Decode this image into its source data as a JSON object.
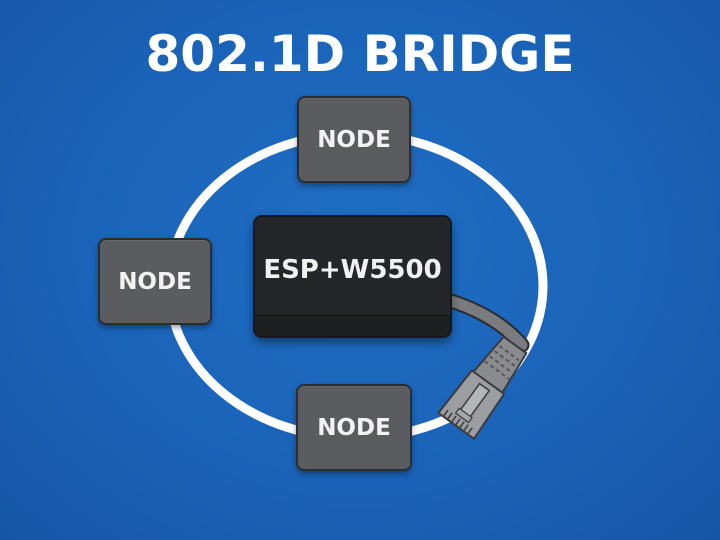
{
  "title": "802.1D BRIDGE",
  "center_device": {
    "label": "ESP+W5500",
    "icon": "network-bridge-device"
  },
  "nodes": [
    {
      "position": "top",
      "label": "NODE"
    },
    {
      "position": "left",
      "label": "NODE"
    },
    {
      "position": "bottom",
      "label": "NODE"
    }
  ],
  "ring": {
    "color": "#ffffff"
  },
  "cable": {
    "icon": "ethernet-rj45-plug-icon",
    "color": "#7c7d80"
  },
  "colors": {
    "background": "#1a63b8",
    "node_fill": "#5b5c5f",
    "device_fill": "#242629",
    "text": "#ffffff"
  }
}
